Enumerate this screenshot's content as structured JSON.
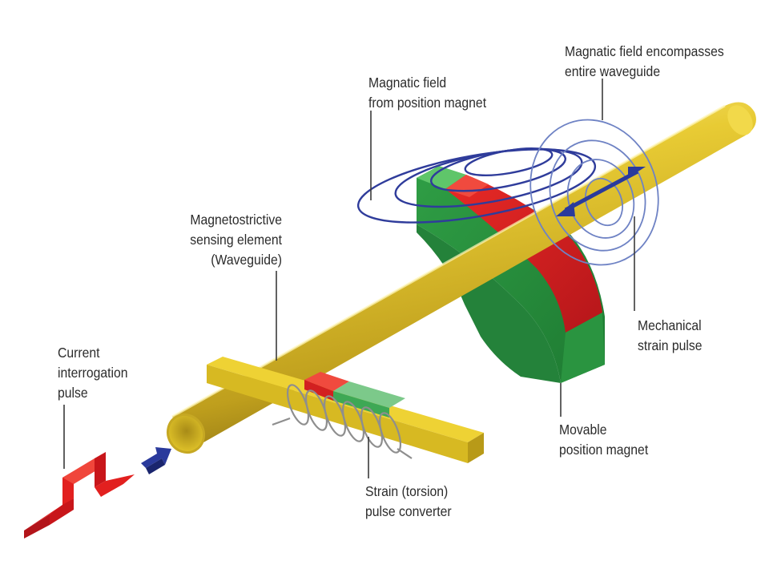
{
  "labels": {
    "field_encompasses": [
      "Magnatic field encompasses",
      "entire waveguide"
    ],
    "field_position_magnet": [
      "Magnatic field",
      "from position magnet"
    ],
    "sensing_element": [
      "Magnetostrictive",
      "sensing element",
      "(Waveguide)"
    ],
    "current_pulse": [
      "Current",
      "interrogation",
      "pulse"
    ],
    "mechanical_pulse": [
      "Mechanical",
      "strain pulse"
    ],
    "movable_magnet": [
      "Movable",
      "position magnet"
    ],
    "strain_converter": [
      "Strain (torsion)",
      "pulse converter"
    ]
  },
  "colors": {
    "waveguide": "#e3c62a",
    "waveguide_dark": "#a8901c",
    "magnet_red": "#e2201f",
    "magnet_green": "#2f9e45",
    "field_lines": "#2f3c9b",
    "arrow_blue": "#2a3a9c",
    "pulse_red": "#d8201f",
    "coil": "#9a9a9a"
  }
}
